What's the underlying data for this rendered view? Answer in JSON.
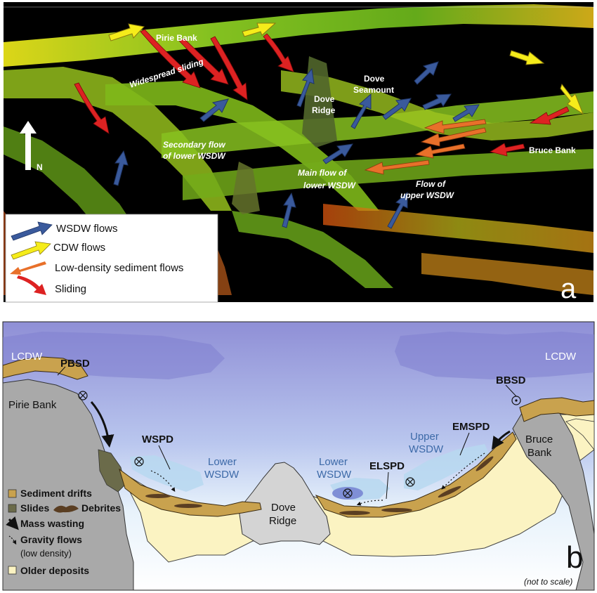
{
  "panel_a": {
    "letter": "a",
    "north": "N",
    "labels": {
      "pirie_bank": "Pirie Bank",
      "widespread_sliding": "Widespread sliding",
      "dove_ridge_1": "Dove",
      "dove_ridge_2": "Ridge",
      "dove_seamount_1": "Dove",
      "dove_seamount_2": "Seamount",
      "secondary_flow_1": "Secondary flow",
      "secondary_flow_2": "of lower WSDW",
      "main_flow_1": "Main flow of",
      "main_flow_2": "lower WSDW",
      "flow_upper_1": "Flow of",
      "flow_upper_2": "upper WSDW",
      "bruce_bank": "Bruce Bank"
    },
    "legend": {
      "wsdw": "WSDW flows",
      "cdw": "CDW flows",
      "lowdensity": "Low-density sediment flows",
      "sliding": "Sliding"
    },
    "colors": {
      "wsdw": "#3a5a9c",
      "cdw": "#f5ec1a",
      "lowdensity": "#e8702a",
      "sliding": "#dd2222"
    }
  },
  "panel_b": {
    "letter": "b",
    "not_to_scale": "(not to scale)",
    "labels": {
      "lcdw_left": "LCDW",
      "lcdw_right": "LCDW",
      "pbsd": "PBSD",
      "pirie_bank": "Pirie Bank",
      "wspd": "WSPD",
      "lower_wsdw_left_1": "Lower",
      "lower_wsdw_left_2": "WSDW",
      "dove_ridge_1": "Dove",
      "dove_ridge_2": "Ridge",
      "lower_wsdw_right_1": "Lower",
      "lower_wsdw_right_2": "WSDW",
      "elspd": "ELSPD",
      "upper_wsdw_1": "Upper",
      "upper_wsdw_2": "WSDW",
      "emspd": "EMSPD",
      "bbsd": "BBSD",
      "bruce_bank_1": "Bruce",
      "bruce_bank_2": "Bank"
    },
    "legend": {
      "sediment_drifts": "Sediment drifts",
      "slides": "Slides",
      "debrites": "Debrites",
      "mass_wasting": "Mass wasting",
      "gravity_flows": "Gravity flows",
      "gravity_flows_sub": "(low density)",
      "older_deposits": "Older deposits"
    },
    "colors": {
      "drift": "#c9a24e",
      "slide": "#6b6b4a",
      "debrite": "#5a3e22",
      "older": "#fbf3c2",
      "rock": "#a9a9a9"
    }
  }
}
